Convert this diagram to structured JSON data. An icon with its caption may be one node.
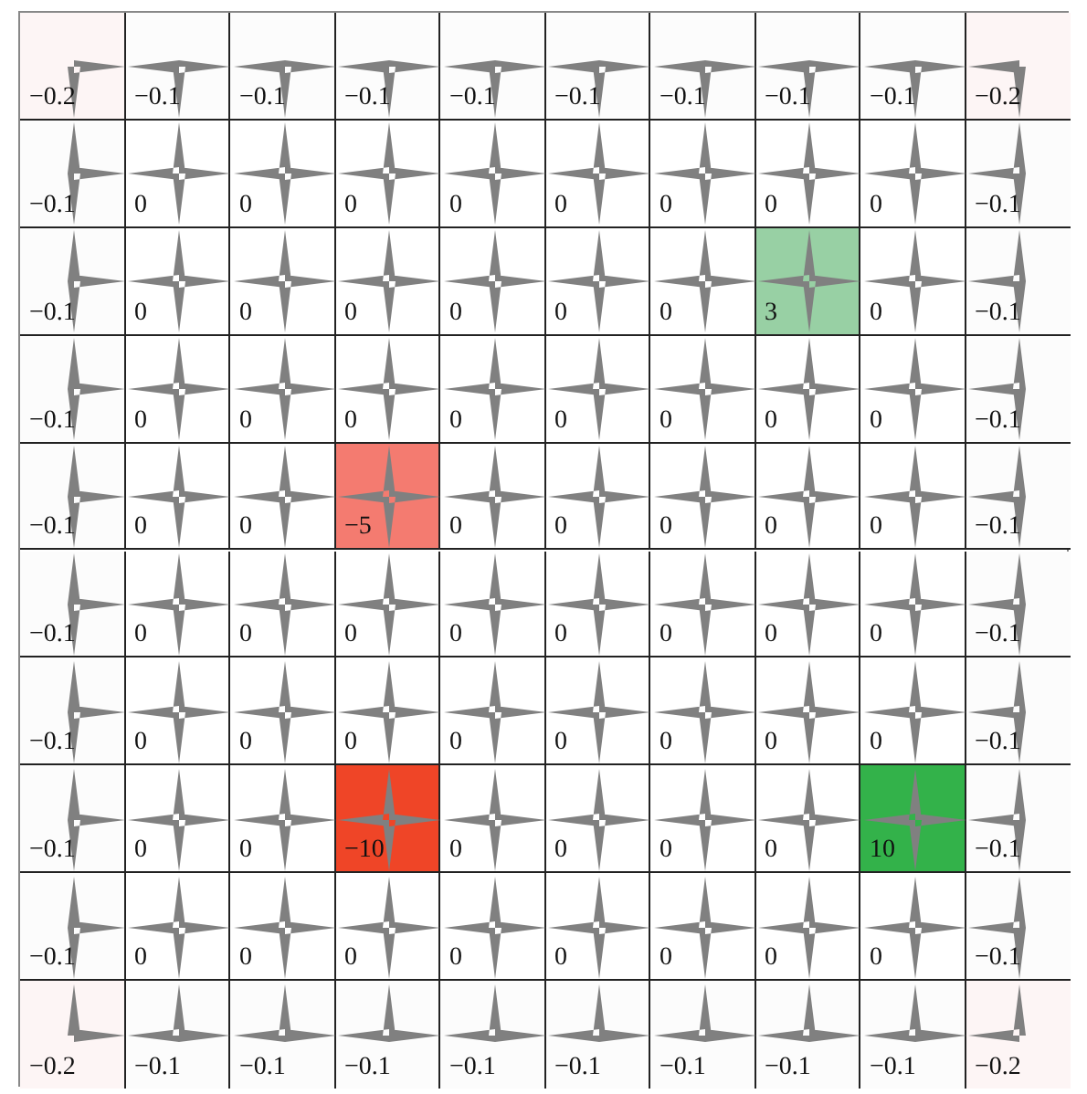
{
  "diagram": {
    "labels": [
      "−0.2",
      "−0.1",
      "−0.1",
      "−0.1",
      "−0.1",
      "−0.1",
      "−0.1",
      "−0.1",
      "−0.1",
      "−0.2",
      "−0.1",
      "0",
      "0",
      "0",
      "0",
      "0",
      "0",
      "0",
      "0",
      "−0.1",
      "−0.1",
      "0",
      "0",
      "0",
      "0",
      "0",
      "0",
      "3",
      "0",
      "−0.1",
      "−0.1",
      "0",
      "0",
      "0",
      "0",
      "0",
      "0",
      "0",
      "0",
      "−0.1",
      "−0.1",
      "0",
      "0",
      "−5",
      "0",
      "0",
      "0",
      "0",
      "0",
      "−0.1",
      "−0.1",
      "0",
      "0",
      "0",
      "0",
      "0",
      "0",
      "0",
      "0",
      "−0.1",
      "−0.1",
      "0",
      "0",
      "0",
      "0",
      "0",
      "0",
      "0",
      "0",
      "−0.1",
      "−0.1",
      "0",
      "0",
      "−10",
      "0",
      "0",
      "0",
      "0",
      "10",
      "−0.1",
      "−0.1",
      "0",
      "0",
      "0",
      "0",
      "0",
      "0",
      "0",
      "0",
      "−0.1",
      "−0.2",
      "−0.1",
      "−0.1",
      "−0.1",
      "−0.1",
      "−0.1",
      "−0.1",
      "−0.1",
      "−0.1",
      "−0.2"
    ]
  }
}
